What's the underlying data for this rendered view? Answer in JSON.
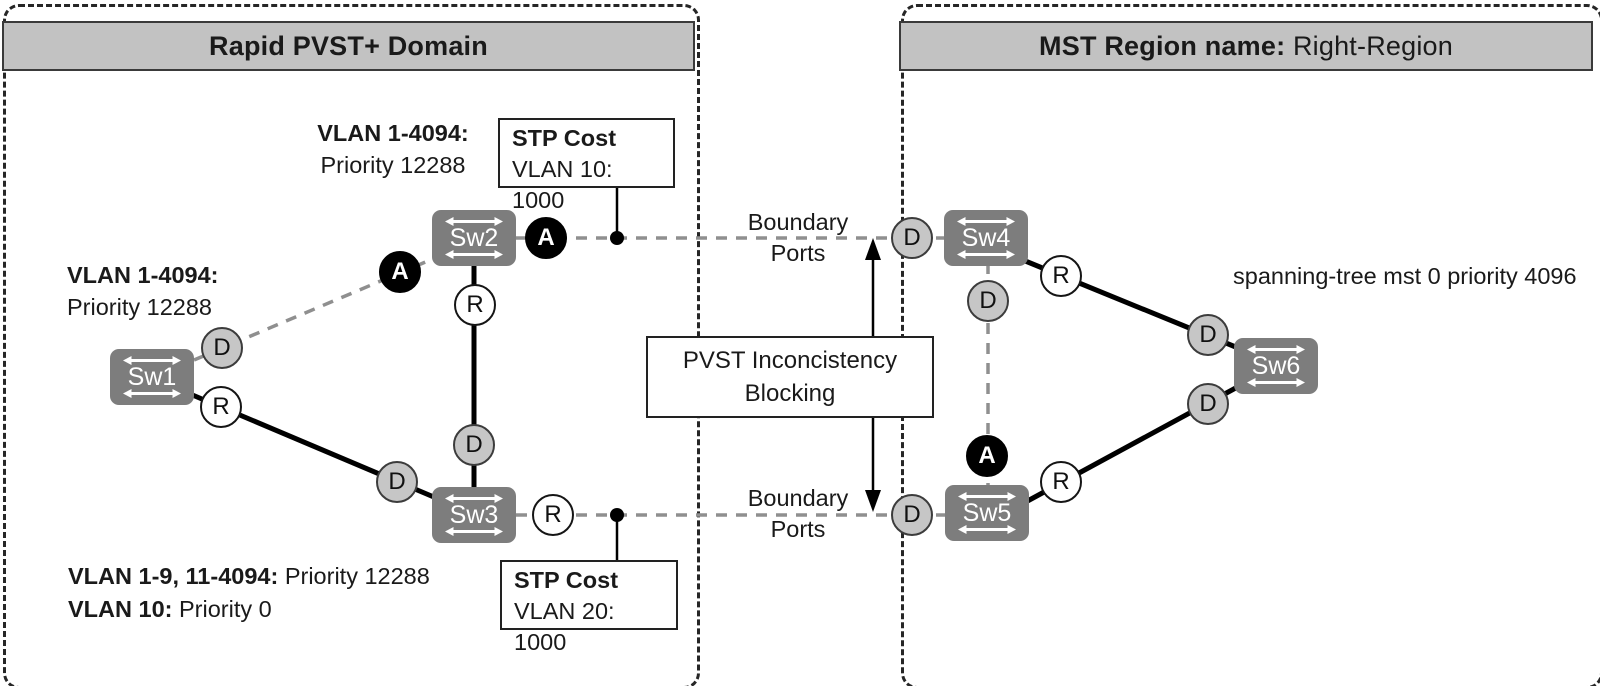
{
  "regions": {
    "left": {
      "title": "Rapid PVST+ Domain"
    },
    "right": {
      "title_bold": "MST Region name:",
      "title_regular": " Right-Region"
    }
  },
  "switches": [
    {
      "label": "Sw1"
    },
    {
      "label": "Sw2"
    },
    {
      "label": "Sw3"
    },
    {
      "label": "Sw4"
    },
    {
      "label": "Sw5"
    },
    {
      "label": "Sw6"
    }
  ],
  "ports": [
    {
      "label": "D"
    },
    {
      "label": "R"
    },
    {
      "label": "A"
    },
    {
      "label": "A"
    },
    {
      "label": "R"
    },
    {
      "label": "D"
    },
    {
      "label": "D"
    },
    {
      "label": "R"
    },
    {
      "label": "D"
    },
    {
      "label": "R"
    },
    {
      "label": "D"
    },
    {
      "label": "A"
    },
    {
      "label": "D"
    },
    {
      "label": "R"
    },
    {
      "label": "D"
    },
    {
      "label": "D"
    }
  ],
  "notes": {
    "vlan_top": {
      "bold": "VLAN 1-4094:",
      "text": "Priority 12288"
    },
    "vlan_left": {
      "bold": "VLAN 1-4094:",
      "text": "Priority 12288"
    },
    "vlan_bottom": {
      "line1_bold": "VLAN 1-9, 11-4094:",
      "line1_text": " Priority 12288",
      "line2_bold": "VLAN 10:",
      "line2_text": " Priority 0"
    },
    "boundary_top": {
      "line1": "Boundary",
      "line2": "Ports"
    },
    "boundary_bottom": {
      "line1": "Boundary",
      "line2": "Ports"
    },
    "mst_priority_note": "spanning-tree mst 0 priority 4096"
  },
  "callouts": {
    "stp_cost_top": {
      "title": "STP Cost",
      "value": "VLAN 10: 1000"
    },
    "stp_cost_bottom": {
      "title": "STP Cost",
      "value": "VLAN 20: 1000"
    },
    "pvst_blocking": {
      "line1": "PVST Inconcistency",
      "line2": "Blocking"
    }
  },
  "icons": {
    "switch_double_arrow": "↔"
  },
  "colors": {
    "header_fill": "#c2c2c2",
    "switch_fill": "#7d7d7d",
    "designated_port_fill": "#c6c6c6",
    "root_port_fill": "#ffffff",
    "alternate_port_fill": "#000000",
    "dashed_link": "#8f8f8f",
    "solid_link": "#000000"
  }
}
